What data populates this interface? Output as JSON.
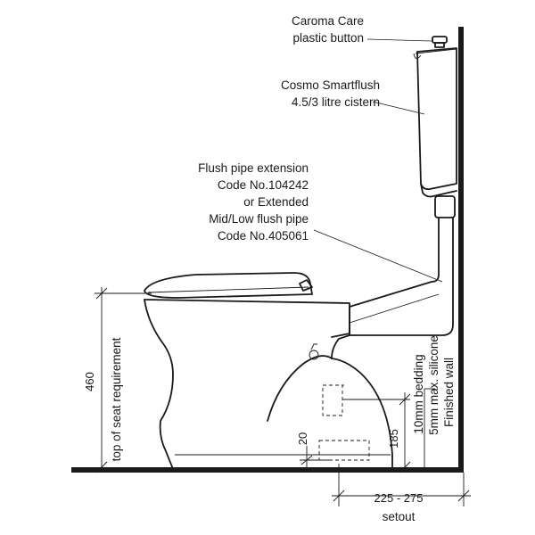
{
  "labels": {
    "button": [
      "Caroma Care",
      "plastic button"
    ],
    "cistern": [
      "Cosmo Smartflush",
      "4.5/3 litre cistern"
    ],
    "flush_pipe": [
      "Flush pipe extension",
      "Code No.104242",
      "or Extended",
      "Mid/Low flush pipe",
      "Code No.405061"
    ]
  },
  "dimensions": {
    "seat_height_value": "460",
    "seat_height_label": "top of seat requirement",
    "outlet_height": "20",
    "outlet_offset": "185",
    "setout_value": "225 - 275",
    "setout_label": "setout",
    "bedding_note": "10mm bedding",
    "silicone_note": "5mm max. silicone",
    "wall_note": "Finished wall"
  }
}
